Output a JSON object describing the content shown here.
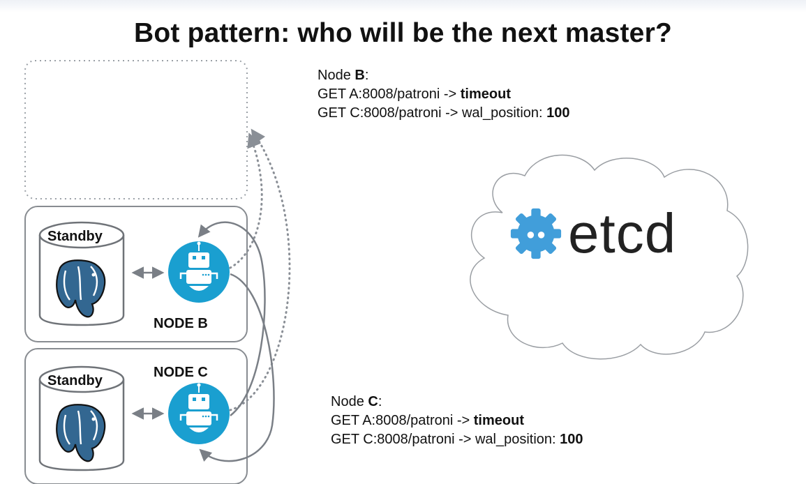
{
  "title": "Bot pattern: who will be the next master?",
  "nodes": {
    "b": {
      "db_label": "Standby",
      "node_label": "NODE B"
    },
    "c": {
      "db_label": "Standby",
      "node_label": "NODE C"
    }
  },
  "note_b": {
    "prefix": "Node ",
    "node": "B",
    "suffix": ":",
    "line1_text": "GET A:8008/patroni -> ",
    "line1_bold": "timeout",
    "line2_text": "GET C:8008/patroni -> wal_position: ",
    "line2_bold": "100"
  },
  "note_c": {
    "prefix": "Node ",
    "node": "C",
    "suffix": ":",
    "line1_text": "GET A:8008/patroni -> ",
    "line1_bold": "timeout",
    "line2_text": "GET C:8008/patroni -> wal_position: ",
    "line2_bold": "100"
  },
  "etcd": {
    "wordmark": "etcd"
  },
  "colors": {
    "bot": "#1a9fd0",
    "elephant": "#336791",
    "etcd_gear": "#419eda",
    "line": "#7a7f86"
  },
  "icons": [
    "robot-icon",
    "postgresql-elephant-icon",
    "etcd-gear-icon",
    "cloud-shape"
  ]
}
